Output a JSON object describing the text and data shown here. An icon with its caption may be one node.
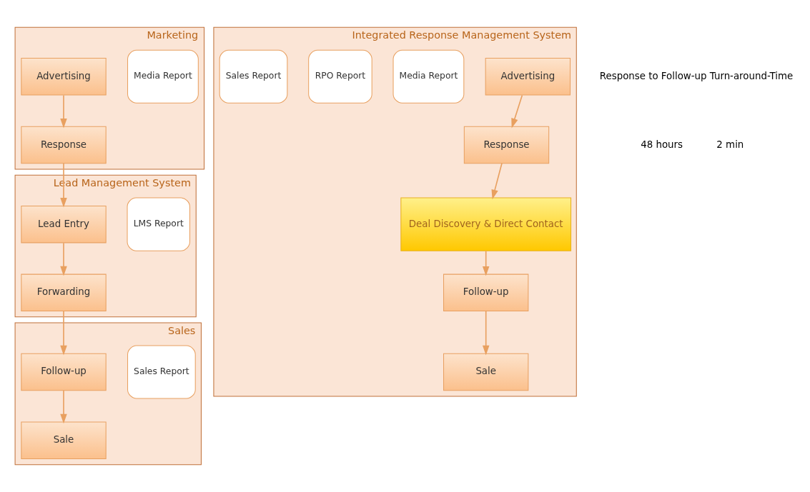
{
  "diagram": {
    "nodes": [
      {
        "text": [
          "Marketing"
        ]
      },
      {
        "text": [
          "Media Report"
        ],
        "in": 0
      },
      {
        "text": [
          "Advertising"
        ],
        "in": 0
      },
      {
        "text": [
          "Response"
        ],
        "in": 0
      },
      {
        "text": [
          "Lead Management System"
        ]
      },
      {
        "text": [
          "LMS Report"
        ],
        "in": 4
      },
      {
        "text": [
          "Lead Entry"
        ],
        "in": 4
      },
      {
        "text": [
          "Forwarding"
        ],
        "in": 4
      },
      {
        "text": [
          "Sales"
        ]
      },
      {
        "text": [
          "Sales Report"
        ],
        "in": 8
      },
      {
        "text": [
          "Follow-up"
        ],
        "in": 8
      },
      {
        "text": [
          "Sale"
        ],
        "in": 8
      },
      {
        "text": [
          "Integrated Response Management System"
        ]
      },
      {
        "text": [
          "Advertising"
        ],
        "in": 12
      },
      {
        "text": [
          "Response"
        ],
        "in": 12
      },
      {
        "text": [
          "Deal Discovery & Direct Contact"
        ],
        "in": 12
      },
      {
        "text": [
          "Follow-up"
        ],
        "in": 12
      },
      {
        "text": [
          "Sale"
        ],
        "in": 12
      },
      {
        "text": [
          "Media Report"
        ],
        "in": 12
      },
      {
        "text": [
          "RPO Report"
        ],
        "in": 12
      },
      {
        "text": [
          "Sales Report"
        ],
        "in": 12
      }
    ],
    "edges": [
      {
        "from": 2,
        "to": 3,
        "arrow": "to"
      },
      {
        "from": 3,
        "to": 6,
        "arrow": "to"
      },
      {
        "from": 6,
        "to": 7,
        "arrow": "to"
      },
      {
        "from": 7,
        "to": 10,
        "arrow": "to"
      },
      {
        "from": 10,
        "to": 11,
        "arrow": "to"
      },
      {
        "from": 13,
        "to": 14,
        "arrow": "to"
      },
      {
        "from": 14,
        "to": 15,
        "arrow": "to"
      },
      {
        "from": 15,
        "to": 16,
        "arrow": "to"
      },
      {
        "from": 16,
        "to": 17,
        "arrow": "to"
      }
    ],
    "labels": [
      "Response to Follow-up Turn-around-Time",
      "48 hours",
      "2 min"
    ]
  }
}
